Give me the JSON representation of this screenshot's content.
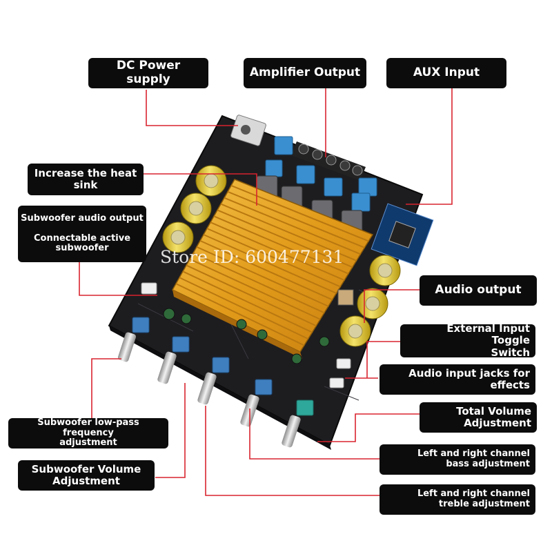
{
  "labels": {
    "dc_power": "DC Power supply",
    "amp_output": "Amplifier Output",
    "aux_input": "AUX Input",
    "heat_sink": [
      "Increase the heat",
      "sink"
    ],
    "sub_output": [
      "Subwoofer audio output",
      "Connectable active",
      "subwoofer"
    ],
    "audio_output": "Audio output",
    "ext_toggle": [
      "External Input Toggle",
      "Switch"
    ],
    "effects_jacks": [
      "Audio input jacks for",
      "effects"
    ],
    "total_volume": [
      "Total Volume",
      "Adjustment"
    ],
    "bass_adj": [
      "Left and right channel",
      "bass adjustment"
    ],
    "treble_adj": [
      "Left and right channel",
      "treble adjustment"
    ],
    "lowpass": [
      "Subwoofer low-pass frequency",
      "adjustment"
    ],
    "sub_volume": [
      "Subwoofer Volume",
      "Adjustment"
    ]
  },
  "watermark": "Store ID: 600477131",
  "colors": {
    "leader_line": "#d9232e",
    "label_bg": "#0c0c0c",
    "heatsink": "#e0a21c",
    "pcb": "#1c1c1e"
  }
}
